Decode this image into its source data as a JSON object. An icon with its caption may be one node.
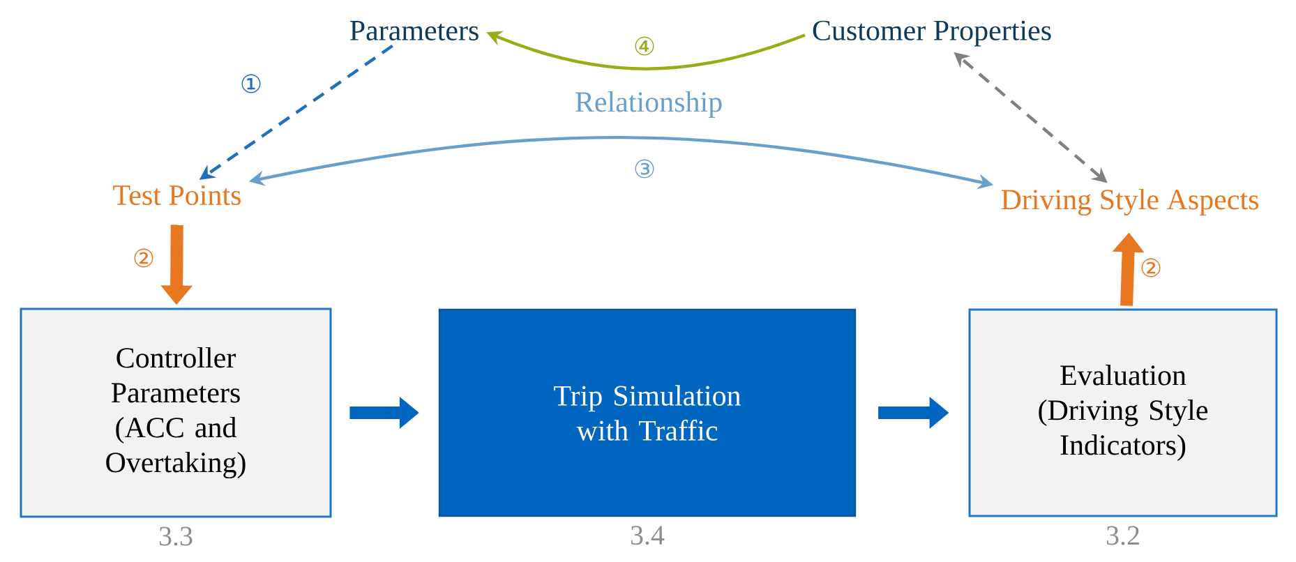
{
  "diagram": {
    "nodes": [
      {
        "text": [
          "Parameters"
        ]
      },
      {
        "text": [
          "Customer Properties"
        ]
      },
      {
        "text": [
          "Test Points"
        ]
      },
      {
        "text": [
          "Driving Style Aspects"
        ]
      },
      {
        "text": [
          "Controller Parameters (ACC and Overtaking)"
        ],
        "beside": [
          "3.3"
        ]
      },
      {
        "text": [
          "Trip Simulation with Traffic"
        ],
        "beside": [
          "3.4"
        ]
      },
      {
        "text": [
          "Evaluation (Driving Style Indicators)"
        ],
        "beside": [
          "3.2"
        ]
      }
    ],
    "edges": [
      {
        "from": 0,
        "to": 2,
        "arrow": "to",
        "label": "①",
        "style": "dashed",
        "color": "#1f6fc0"
      },
      {
        "from": 1,
        "to": 0,
        "arrow": "to",
        "label": "④",
        "color": "#9aab16"
      },
      {
        "from": 2,
        "to": 3,
        "arrow": "both",
        "label": "Relationship",
        "color": "#6a9fcb"
      },
      {
        "from": 3,
        "to": 1,
        "arrow": "both",
        "style": "dashed",
        "color": "#808080"
      },
      {
        "from": 2,
        "to": 4,
        "arrow": "to",
        "label": "②",
        "style": "thick",
        "color": "#e87722"
      },
      {
        "from": 6,
        "to": 3,
        "arrow": "to",
        "label": "②",
        "style": "thick",
        "color": "#e87722"
      },
      {
        "from": 4,
        "to": 5,
        "arrow": "to",
        "style": "thick",
        "color": "#0066c0"
      },
      {
        "from": 5,
        "to": 6,
        "arrow": "to",
        "style": "thick",
        "color": "#0066c0"
      }
    ],
    "labels": [
      "③"
    ]
  }
}
